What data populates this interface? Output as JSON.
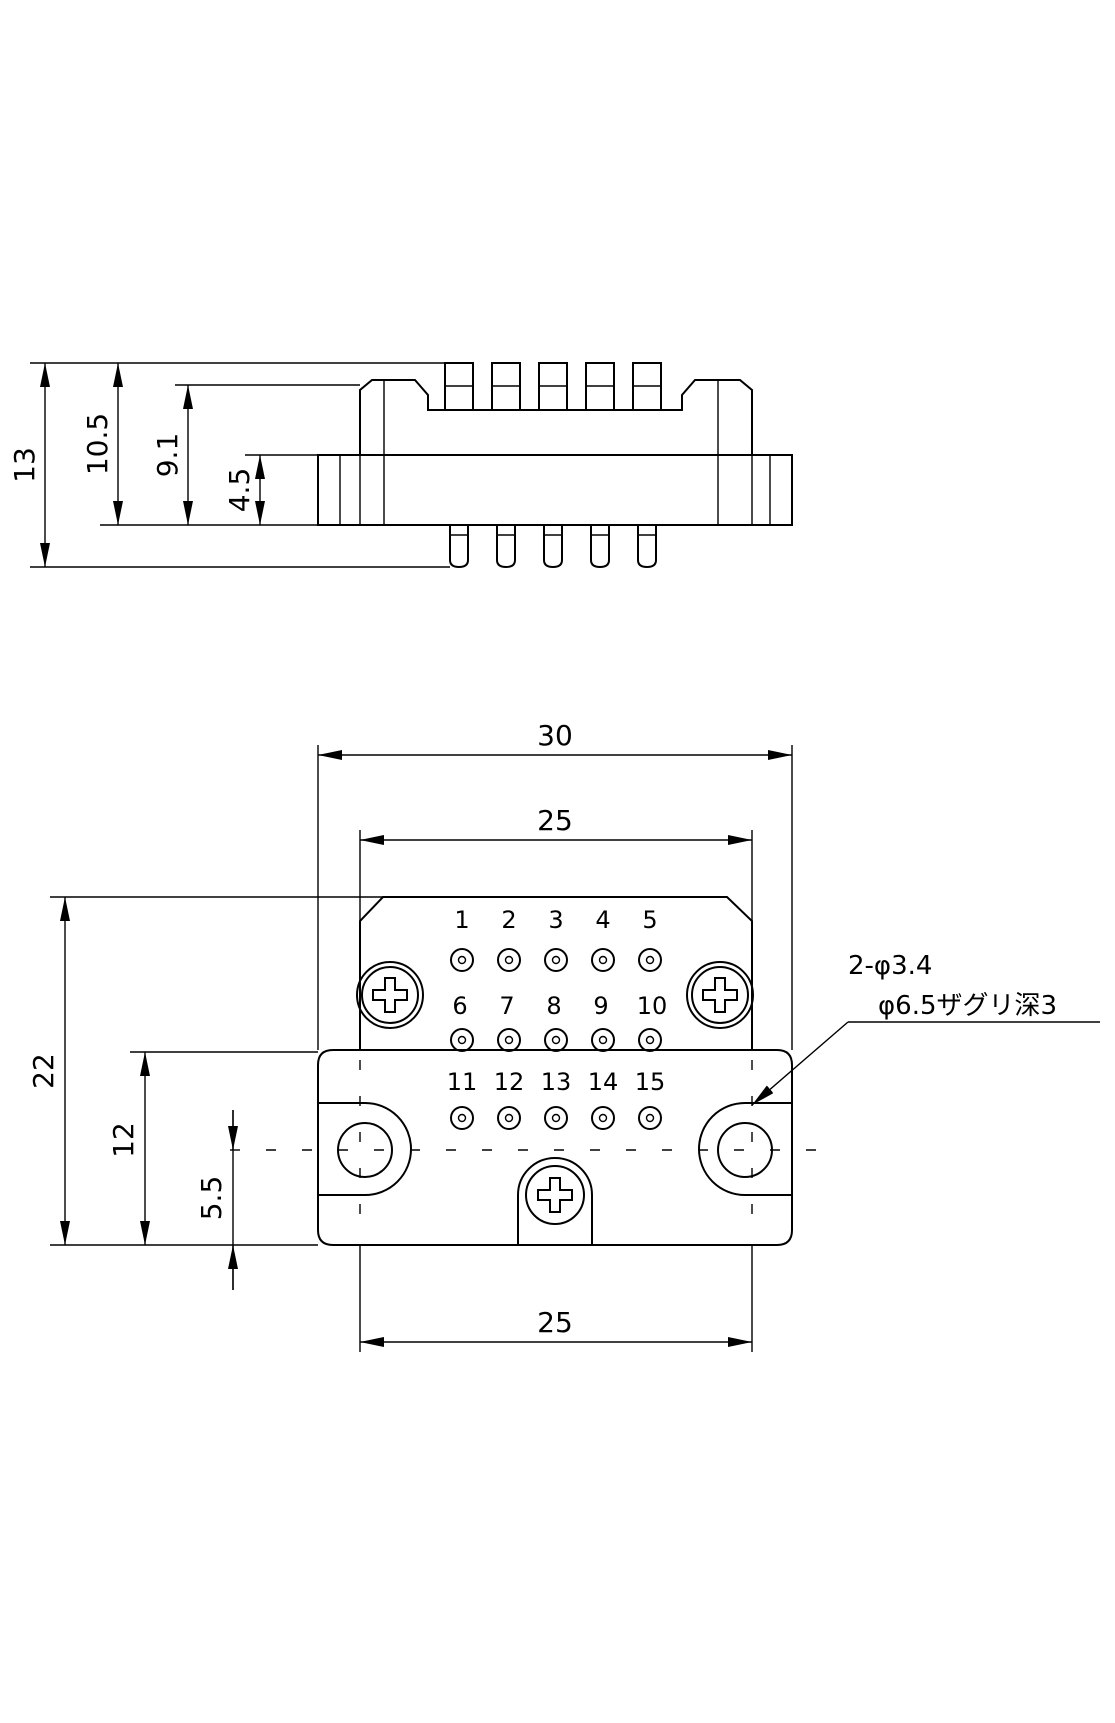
{
  "side_view": {
    "dimensions": [
      "13",
      "10.5",
      "9.1",
      "4.5"
    ]
  },
  "front_view": {
    "dimensions": {
      "overall_width": "30",
      "upper_width": "25",
      "bottom_width": "25",
      "overall_height": "22",
      "flange_height": "12",
      "hole_height": "5.5"
    },
    "pin_labels": [
      "1",
      "2",
      "3",
      "4",
      "5",
      "6",
      "7",
      "8",
      "9",
      "10",
      "11",
      "12",
      "13",
      "14",
      "15"
    ],
    "note": {
      "line1": "2-φ3.4",
      "line2": "φ6.5ザグリ深3"
    }
  }
}
